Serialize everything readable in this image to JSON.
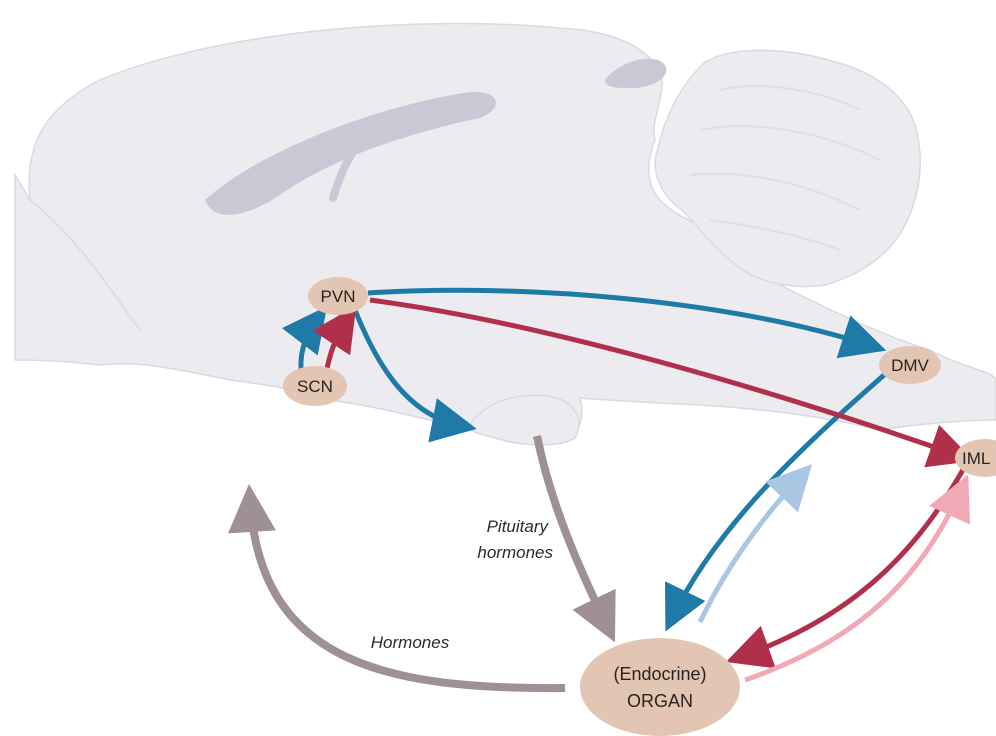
{
  "nodes": {
    "pvn": "PVN",
    "scn": "SCN",
    "dmv": "DMV",
    "iml": "IML",
    "organ_line1": "(Endocrine)",
    "organ_line2": "ORGAN"
  },
  "captions": {
    "pituitary_line1": "Pituitary",
    "pituitary_line2": "hormones",
    "hormones": "Hormones"
  },
  "colors": {
    "brain": "#ececf0",
    "brain_outline": "#d9d9e1",
    "ventricle": "#c9c9d6",
    "nucleus": "#e2c6b3",
    "blue": "#1f7aa8",
    "red": "#b0304b",
    "light_blue": "#a9c7e3",
    "pink": "#f2a9b6",
    "gray": "#9e9095"
  }
}
